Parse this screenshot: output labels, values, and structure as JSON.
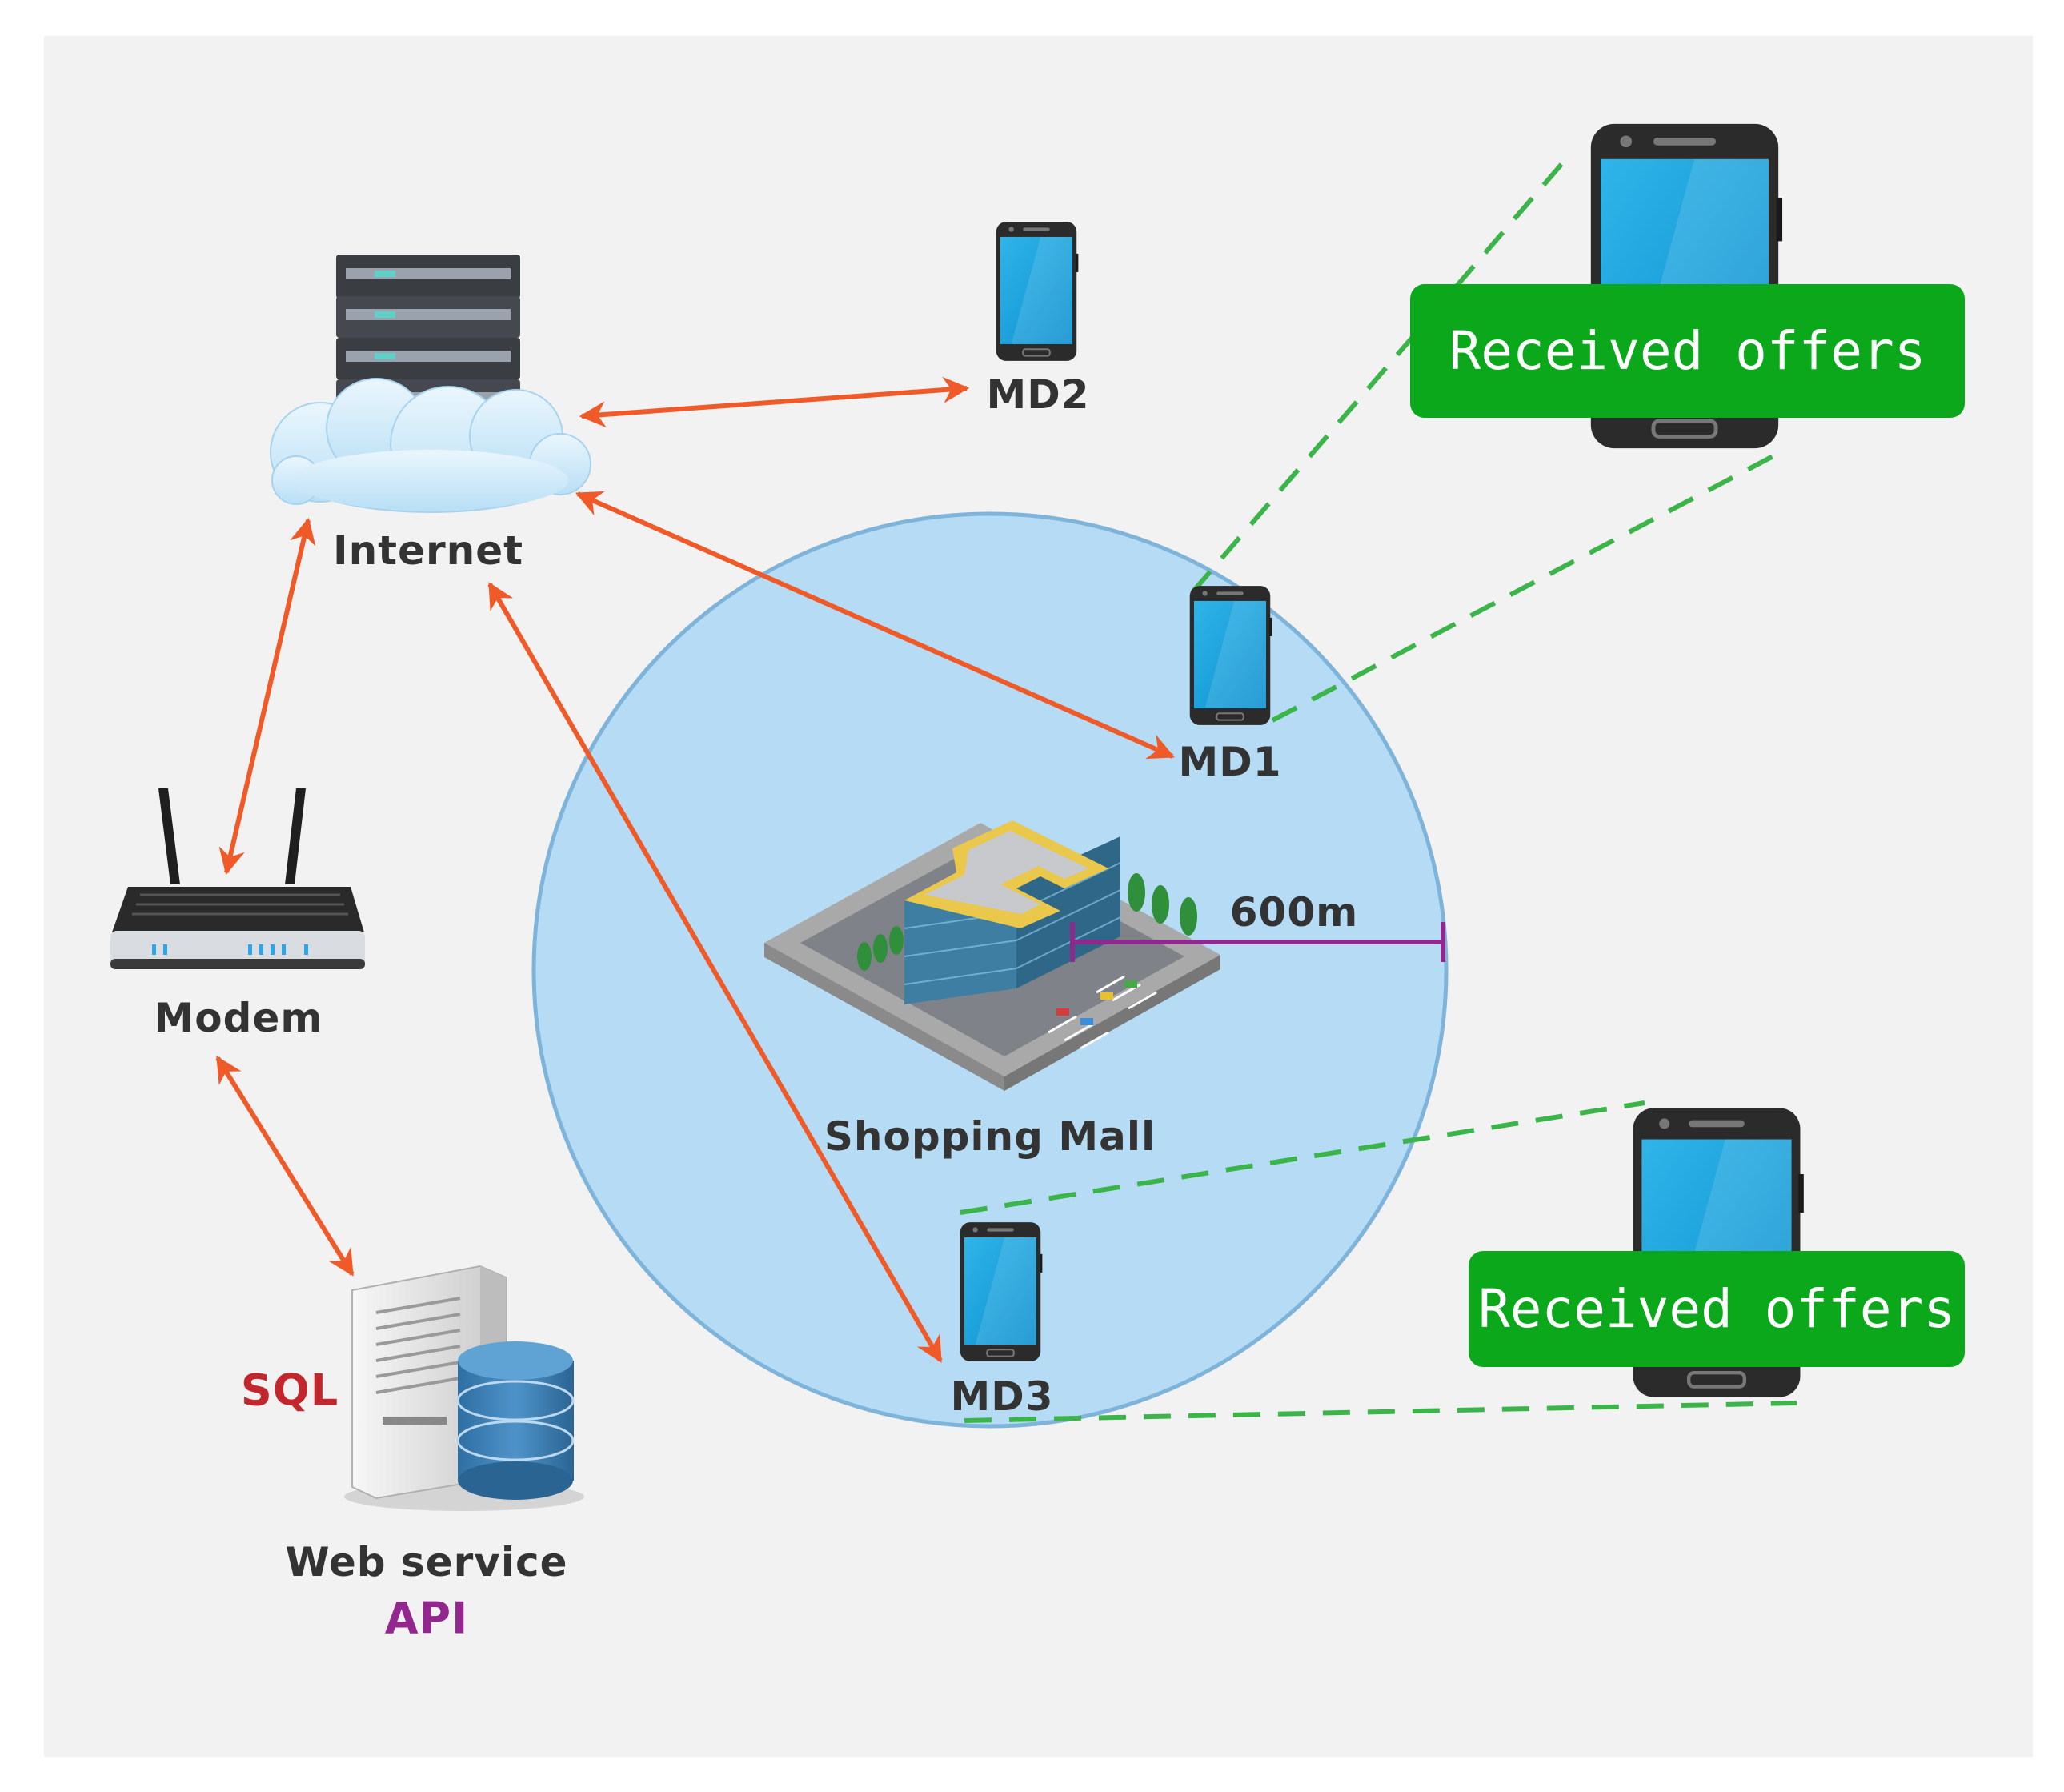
{
  "nodes": {
    "internet": "Internet",
    "modem": "Modem",
    "web_service": "Web service",
    "api": "API",
    "sql": "SQL",
    "shopping_mall": "Shopping Mall",
    "md1": "MD1",
    "md2": "MD2",
    "md3": "MD3"
  },
  "radius_label": "600m",
  "offers": {
    "top": "Received offers",
    "bottom": "Received offers"
  },
  "colors": {
    "arrow": "#f05a28",
    "dashed": "#3bb54a",
    "zone_fill": "#b5dcf4",
    "zone_stroke": "#7fb4da",
    "radius": "#8e2a8e",
    "badge": "#0aa81a",
    "sql": "#c1272d",
    "api": "#93278f"
  },
  "icons": {
    "internet": "cloud-server-icon",
    "modem": "router-icon",
    "web_service": "database-server-icon",
    "md": "smartphone-icon",
    "mall": "building-icon"
  }
}
